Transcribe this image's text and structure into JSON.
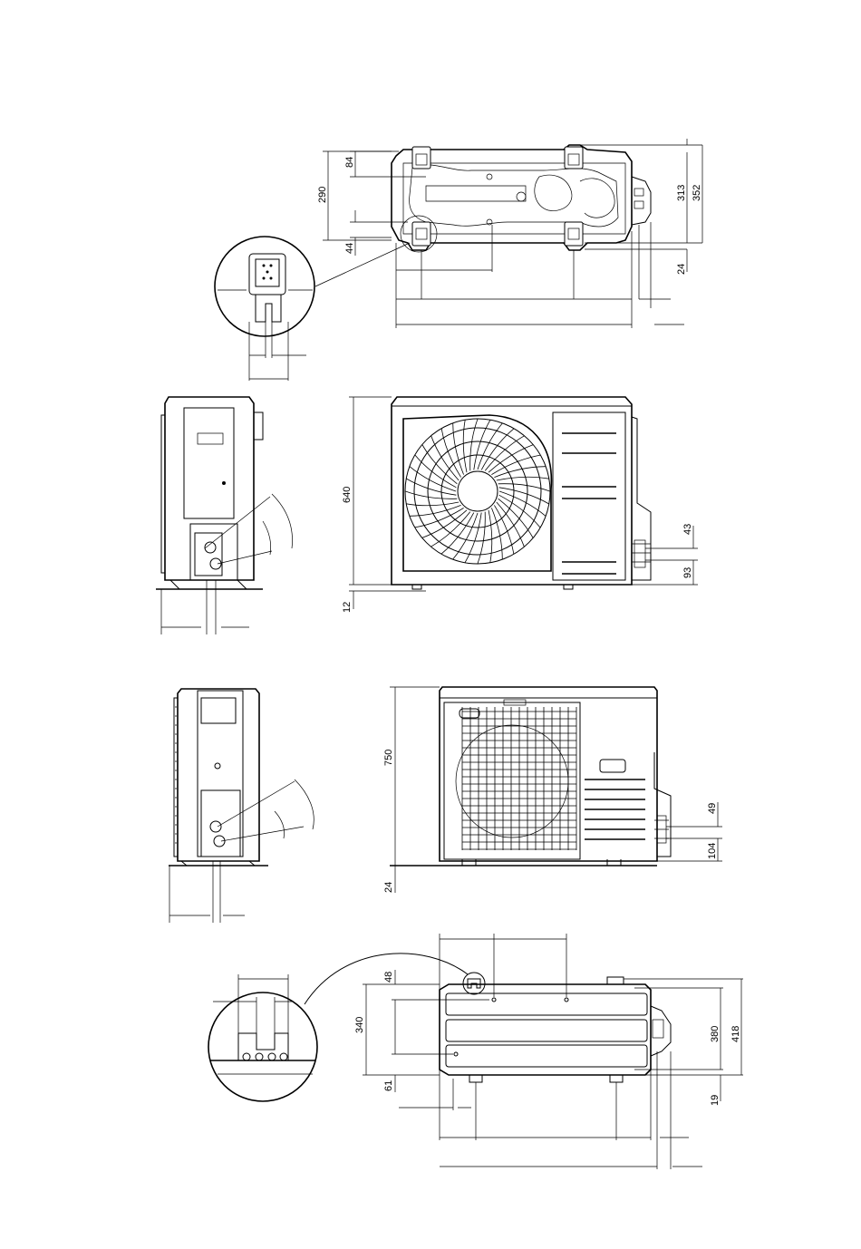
{
  "views": {
    "top_view_1": {
      "dim_84": "84",
      "dim_290": "290",
      "dim_44": "44",
      "dim_313": "313",
      "dim_352": "352",
      "dim_24": "24"
    },
    "front_view_1": {
      "dim_640": "640",
      "dim_12": "12",
      "dim_43": "43",
      "dim_93": "93"
    },
    "front_view_2": {
      "dim_750": "750",
      "dim_24": "24",
      "dim_49": "49",
      "dim_104": "104"
    },
    "top_view_2": {
      "dim_48": "48",
      "dim_340": "340",
      "dim_61": "61",
      "dim_380": "380",
      "dim_418": "418",
      "dim_19": "19"
    }
  },
  "icons": [
    "outdoor-unit-outline",
    "fan-grille-icon",
    "detail-magnifier-circle",
    "service-valve-icon"
  ]
}
